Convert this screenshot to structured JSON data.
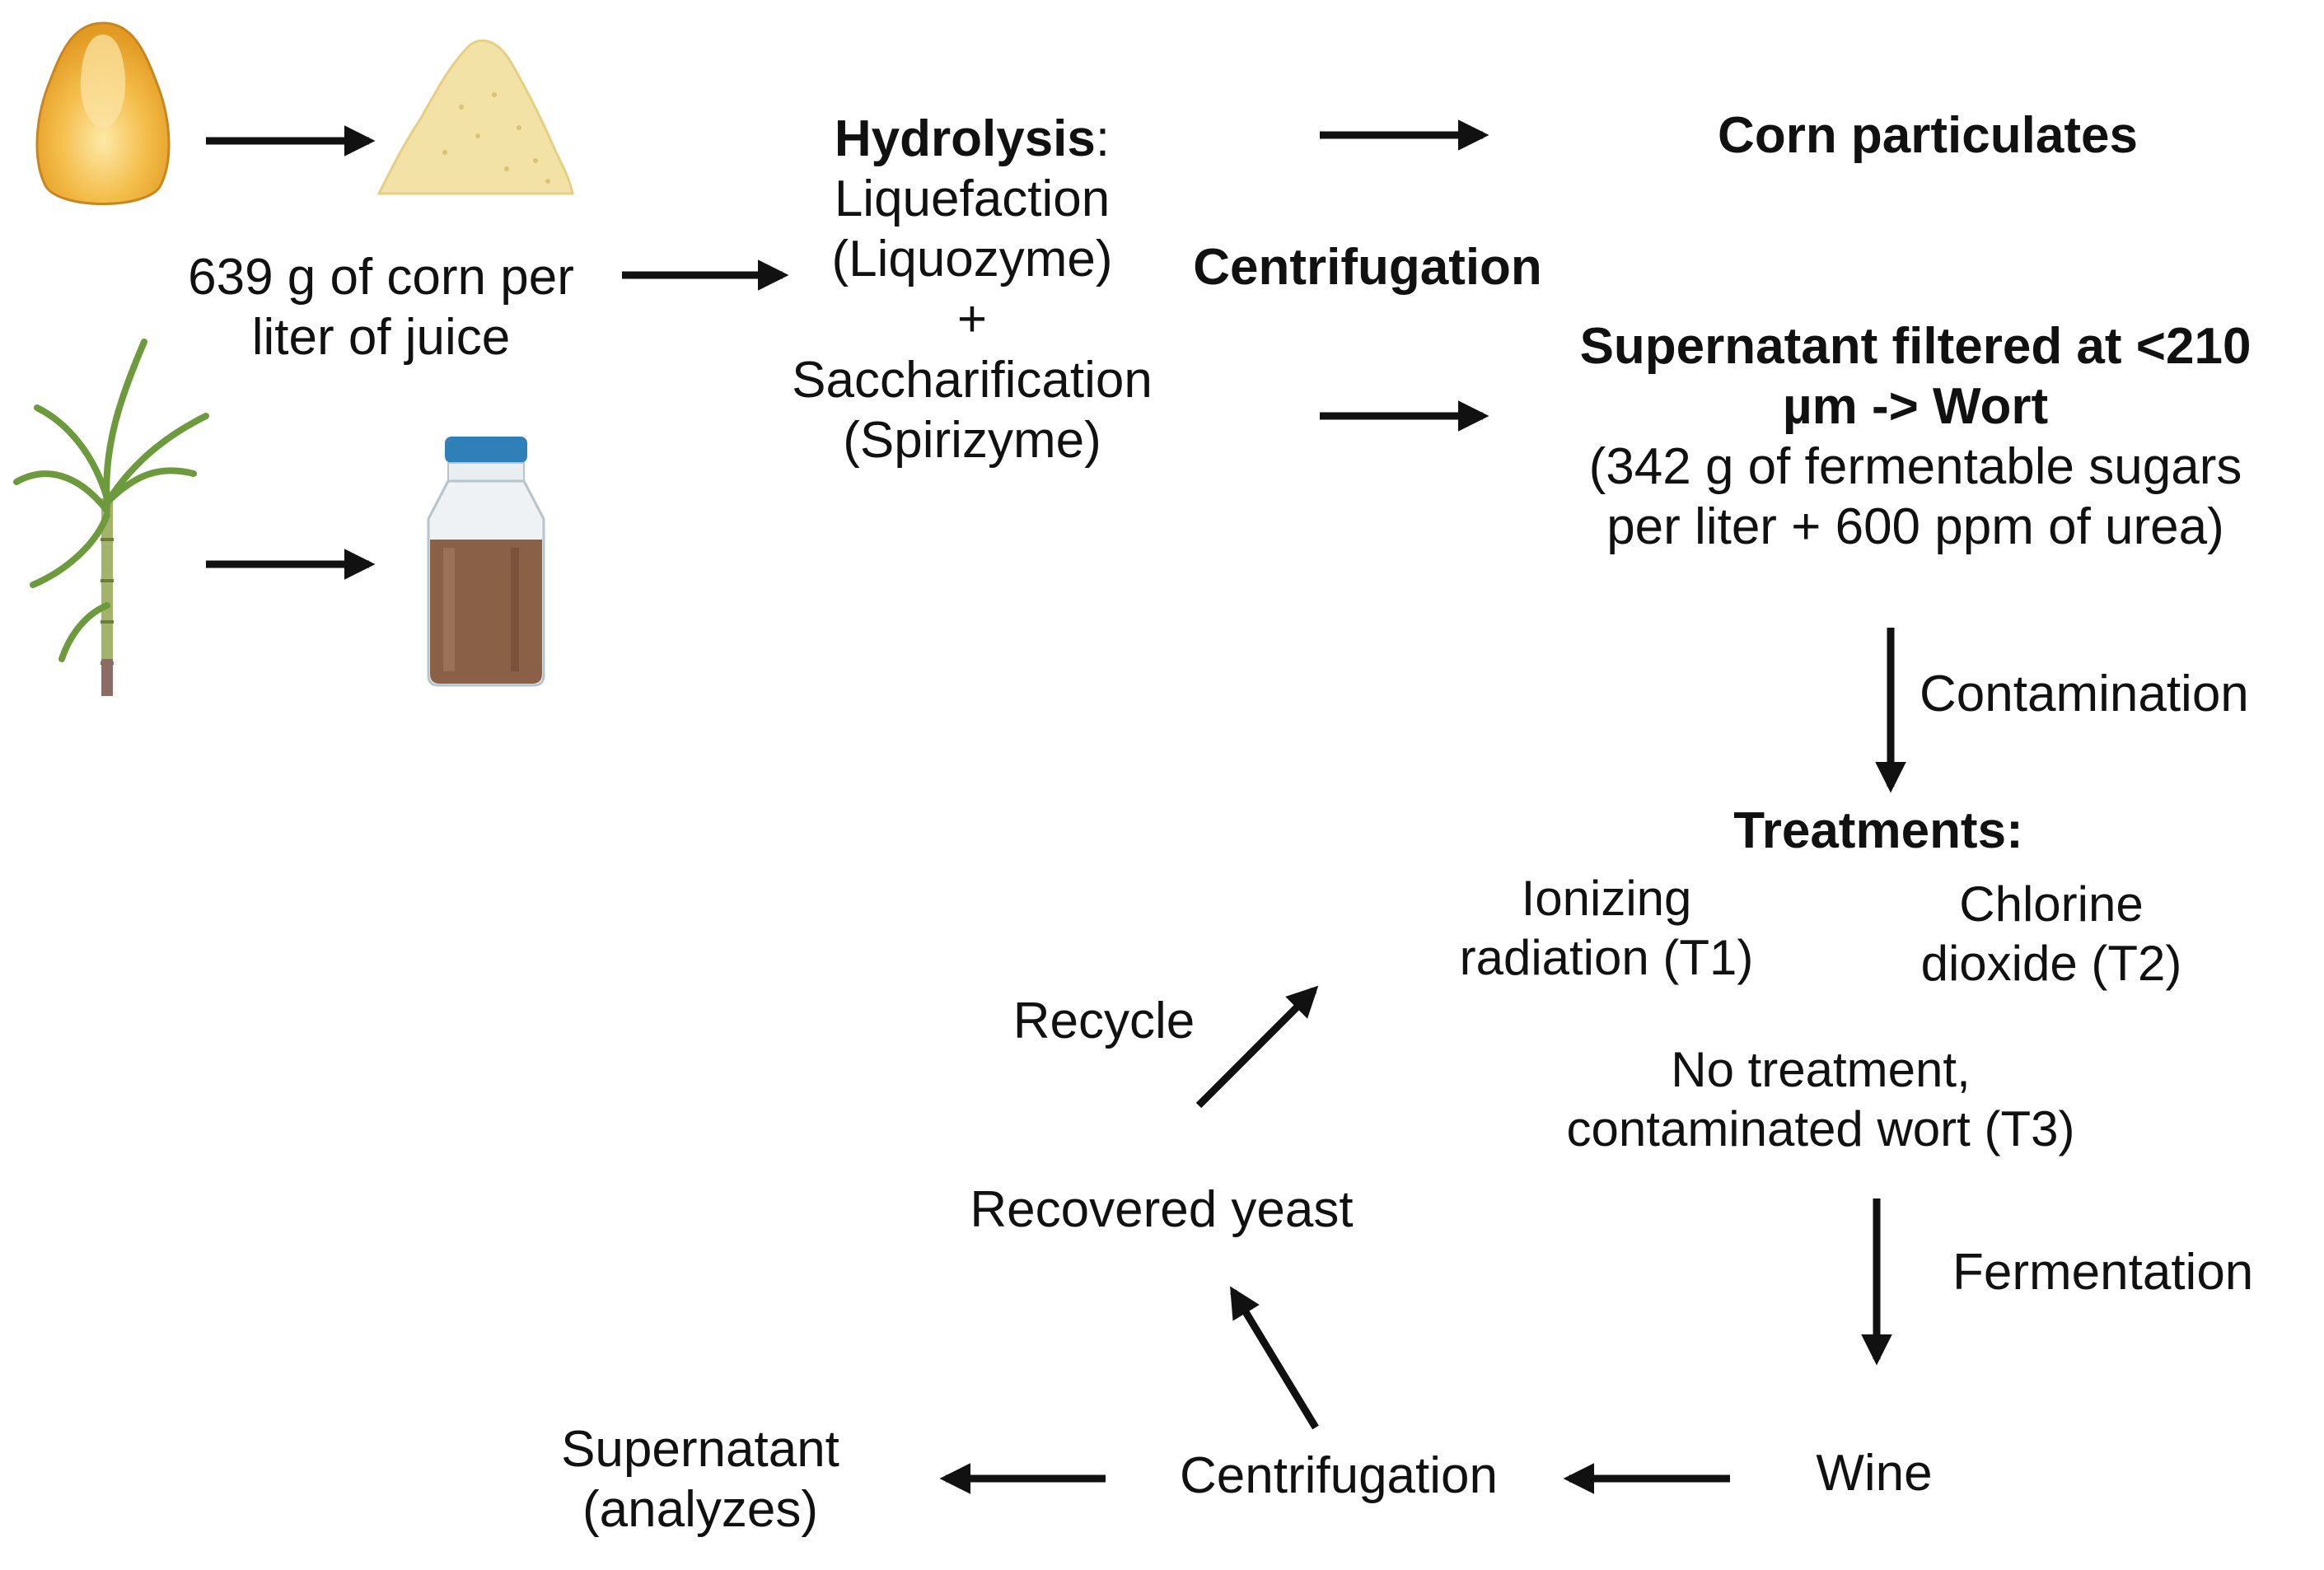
{
  "inputs": {
    "corn_amount": "639 g of corn per",
    "corn_amount_2": "liter of juice"
  },
  "hydrolysis": {
    "title": "Hydrolysis",
    "colon": ":",
    "liquefaction": "Liquefaction",
    "liquozyme": "(Liquozyme)",
    "plus": "+",
    "saccharification": "Saccharification",
    "spirizyme": "(Spirizyme)"
  },
  "centrifugation_top": "Centrifugation",
  "corn_particulates": "Corn particulates",
  "supernatant": {
    "line1": "Supernatant filtered at <210",
    "line2": "µm -> Wort",
    "line3": "(342 g of fermentable sugars",
    "line4": "per liter + 600 ppm of urea)"
  },
  "contamination": "Contamination",
  "treatments": {
    "title": "Treatments:",
    "t1_line1": "Ionizing",
    "t1_line2": "radiation (T1)",
    "t2_line1": "Chlorine",
    "t2_line2": "dioxide (T2)",
    "t3_line1": "No treatment,",
    "t3_line2": "contaminated wort (T3)"
  },
  "fermentation": "Fermentation",
  "wine": "Wine",
  "centrifugation_bottom": "Centrifugation",
  "supernatant_analyzes": {
    "line1": "Supernatant",
    "line2": "(analyzes)"
  },
  "recovered_yeast": "Recovered yeast",
  "recycle": "Recycle",
  "icons": [
    "corn-kernel-icon",
    "corn-flour-icon",
    "sugarcane-icon",
    "juice-bottle-icon"
  ],
  "colors": {
    "arrow": "#111111",
    "kernel": "#f2b640",
    "flour": "#f3e3a6",
    "cane_leaf": "#6c9a3c",
    "bottle_cap": "#2f7fb8",
    "juice": "#8a6047"
  }
}
